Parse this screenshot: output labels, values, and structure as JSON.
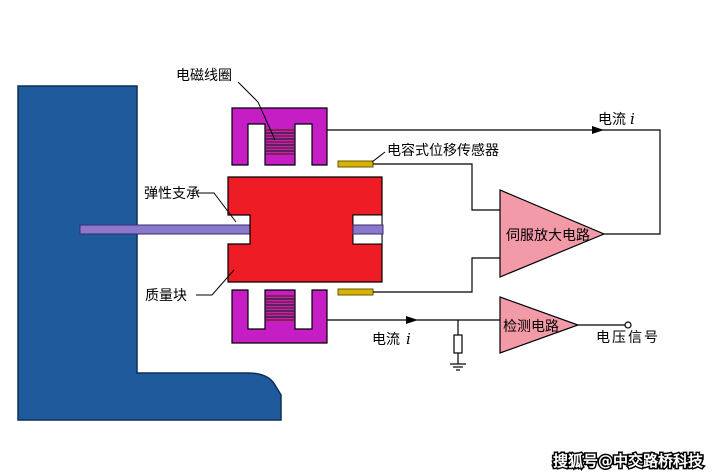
{
  "labels": {
    "coil": "电磁线圈",
    "elastic_support": "弹性支承",
    "capacitive_sensor": "电容式位移传感器",
    "mass_block": "质量块",
    "current_top_text": "电流",
    "current_top_symbol": "i",
    "current_bottom_text": "电流",
    "current_bottom_symbol": "i",
    "voltage_signal": "电压信号"
  },
  "amplifiers": {
    "servo": "伺服放大电路",
    "detect": "检测电路"
  },
  "watermark": "搜狐号@中交路桥科技",
  "colors": {
    "frame": "#1e5a9c",
    "magnet": "#c51ec5",
    "mass": "#ee1c24",
    "amplifier": "#f29aa8",
    "shaft": "#8a78c8",
    "sensor": "#d4b400",
    "coil": "#5a2a00",
    "wire": "#000000"
  }
}
